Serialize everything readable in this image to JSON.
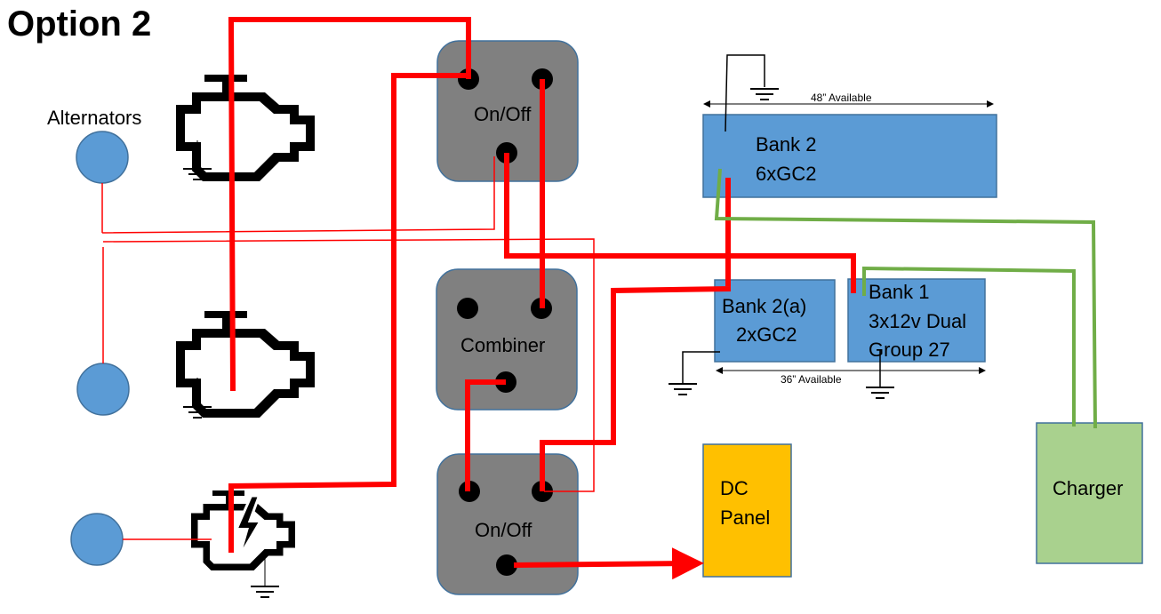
{
  "title": "Option 2",
  "labels": {
    "alternators": "Alternators",
    "switch_top": "On/Off",
    "combiner": "Combiner",
    "switch_bottom": "On/Off",
    "bank2_line1": "Bank 2",
    "bank2_line2": "6xGC2",
    "bank2a_line1": "Bank 2(a)",
    "bank2a_line2": "2xGC2",
    "bank1_line1": "Bank 1",
    "bank1_line2": "3x12v Dual",
    "bank1_line3": "Group 27",
    "dc_line1": "DC",
    "dc_line2": "Panel",
    "charger": "Charger",
    "dim_48": "48” Available",
    "dim_36": "36” Available"
  },
  "colors": {
    "wire_positive": "#ff0000",
    "wire_charger": "#70ad47",
    "battery_blue": "#5b9bd5",
    "battery_border": "#41719c",
    "switch_gray": "#808080",
    "switch_border": "#41719c",
    "dc_panel": "#ffc000",
    "charger": "#a9d18e",
    "alternator": "#5b9bd5"
  },
  "icons": [
    "engine-icon",
    "engine-icon",
    "generator-icon",
    "ground-icon"
  ]
}
